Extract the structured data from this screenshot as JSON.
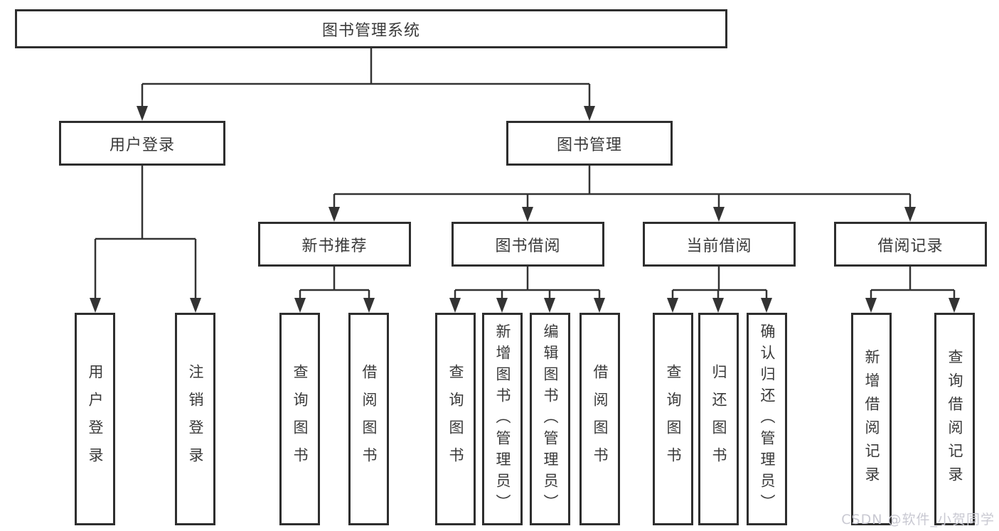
{
  "diagram": {
    "root": "图书管理系统",
    "user_login": {
      "label": "用户登录",
      "leaves": [
        "用户登录",
        "注销登录"
      ]
    },
    "book_mgmt": {
      "label": "图书管理",
      "sections": {
        "new_book_rec": {
          "label": "新书推荐",
          "leaves": [
            "查询图书",
            "借阅图书"
          ]
        },
        "book_borrow": {
          "label": "图书借阅",
          "leaves": [
            "查询图书",
            "新增图书（管理员）",
            "编辑图书（管理员）",
            "借阅图书"
          ]
        },
        "current_borrow": {
          "label": "当前借阅",
          "leaves": [
            "查询图书",
            "归还图书",
            "确认归还（管理员）"
          ]
        },
        "borrow_record": {
          "label": "借阅记录",
          "leaves": [
            "新增借阅记录",
            "查询借阅记录"
          ]
        }
      }
    }
  },
  "watermark": "CSDN @软件_小贺同学",
  "colors": {
    "line": "#333333",
    "box_border": "#2e2e2e",
    "text": "#3a3a3a",
    "watermark": "#c9c9d2",
    "background": "#ffffff"
  }
}
